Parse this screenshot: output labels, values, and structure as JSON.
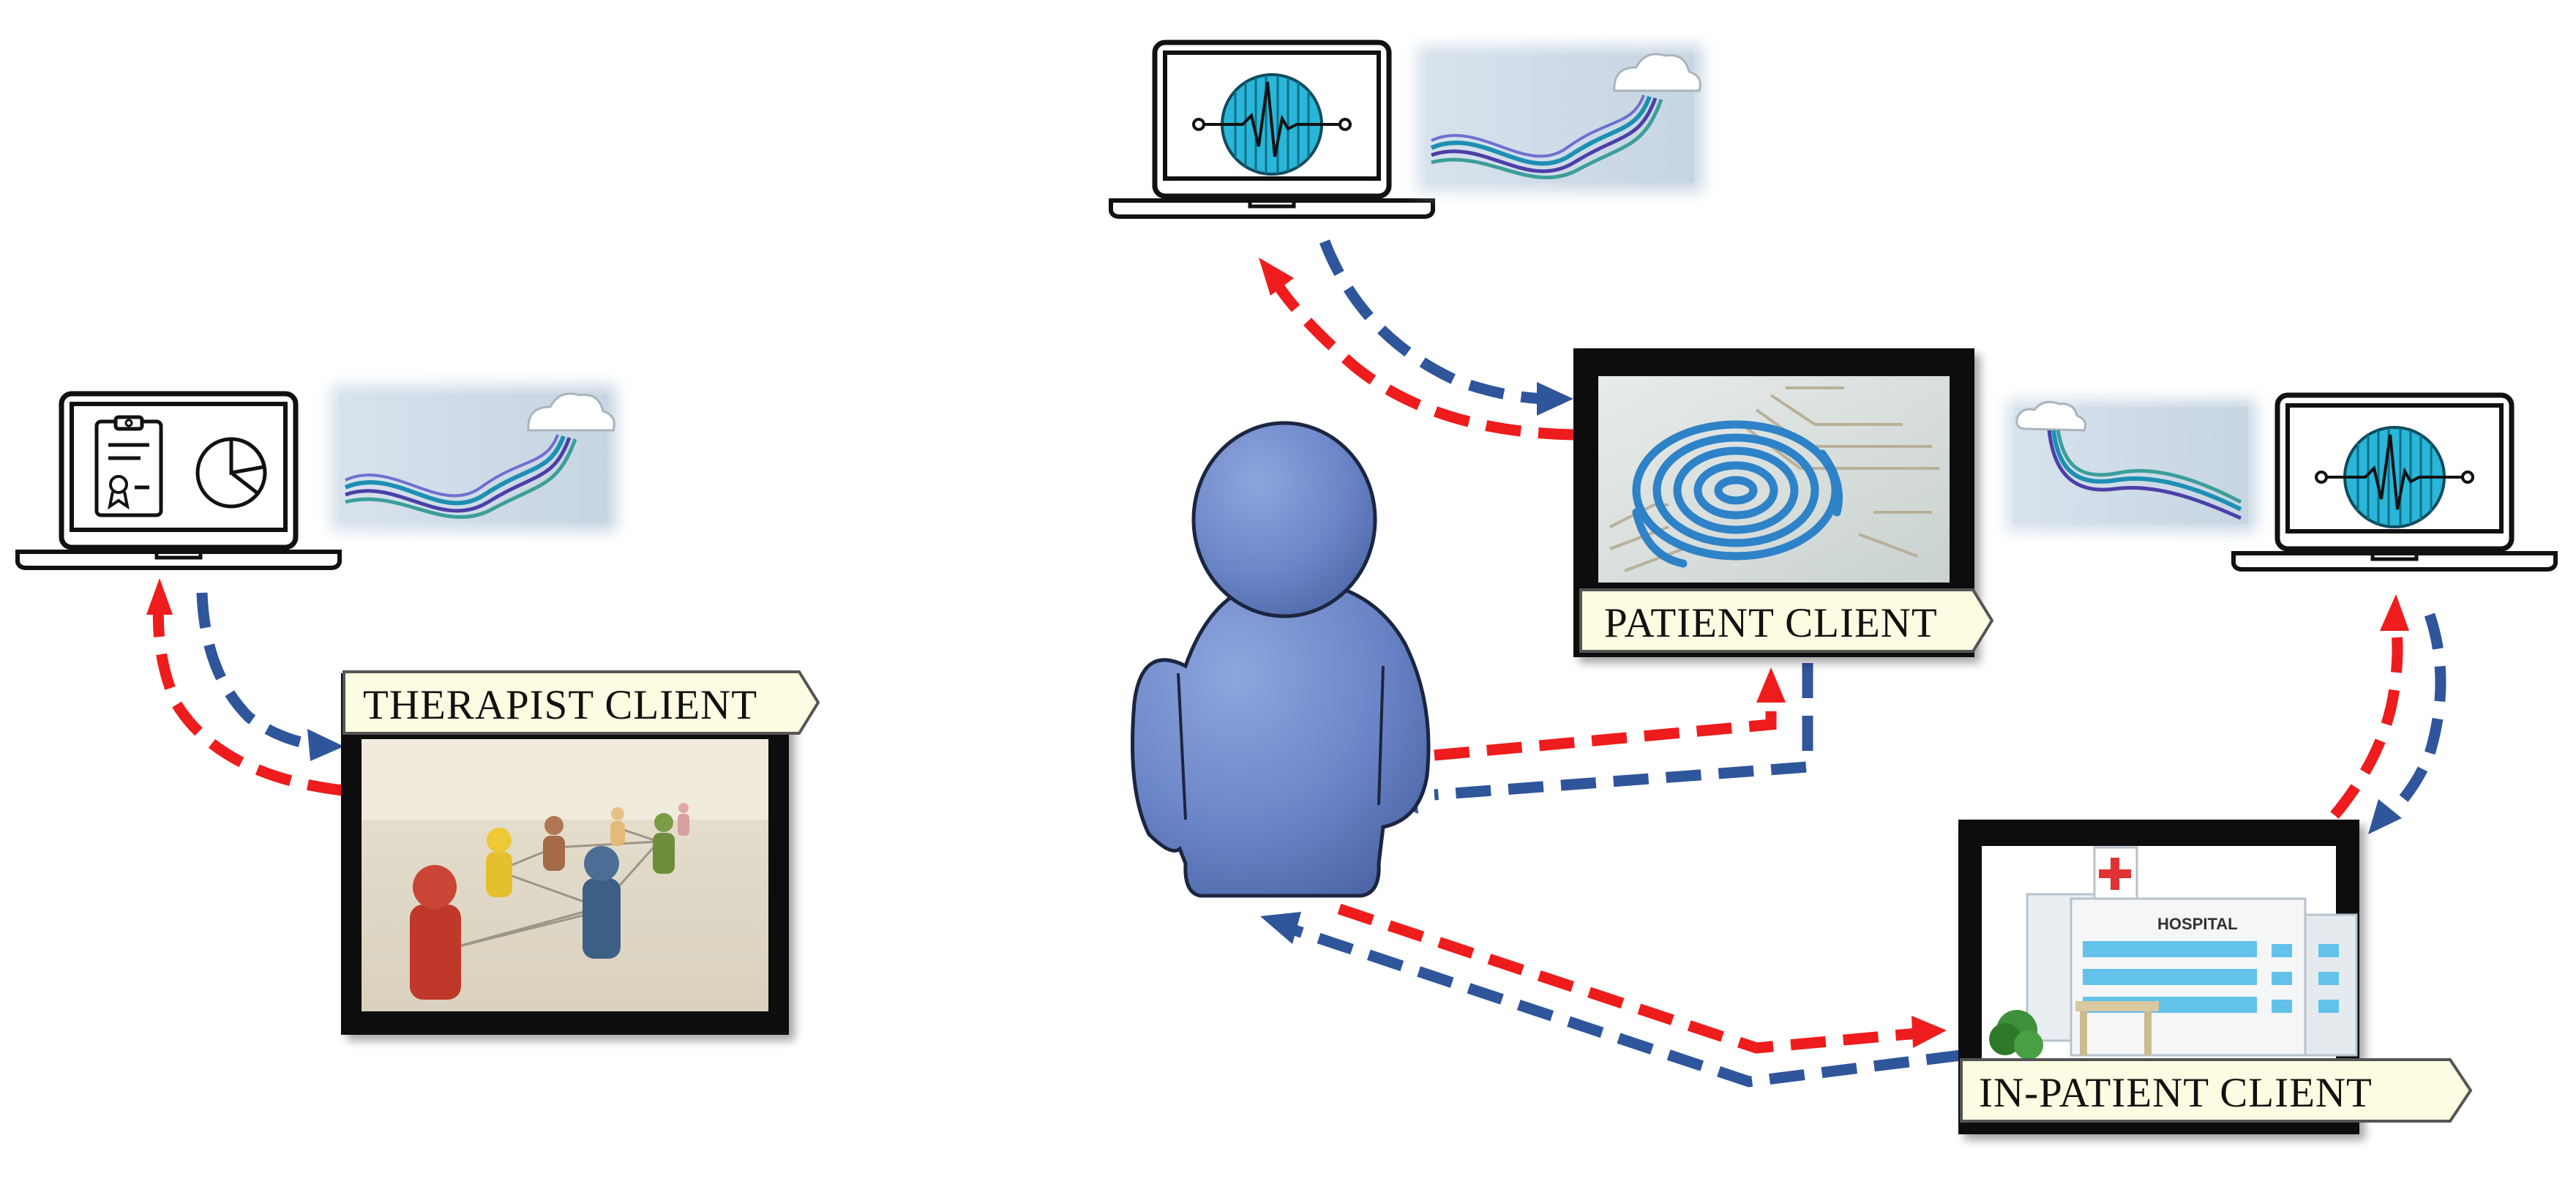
{
  "labels": {
    "patient": "PATIENT CLIENT",
    "therapist": "THERAPIST CLIENT",
    "inpatient": "IN-PATIENT CLIENT",
    "hospital_sign": "HOSPITAL"
  },
  "colors": {
    "flow_red": "#ee1c1c",
    "flow_blue": "#2f559b",
    "person_fill": "#6b86c8",
    "label_bg": "#fdfbe1",
    "cloud_panel": "#cfdbe6",
    "ecg_disc": "#29b6d8"
  },
  "icons": {
    "laptops": [
      "laptop-therapist-icon",
      "laptop-patient-icon",
      "laptop-inpatient-icon"
    ],
    "person": "person-icon",
    "cloud": "cloud-icon",
    "fingerprint": "fingerprint-icon",
    "hospital": "hospital-icon"
  }
}
